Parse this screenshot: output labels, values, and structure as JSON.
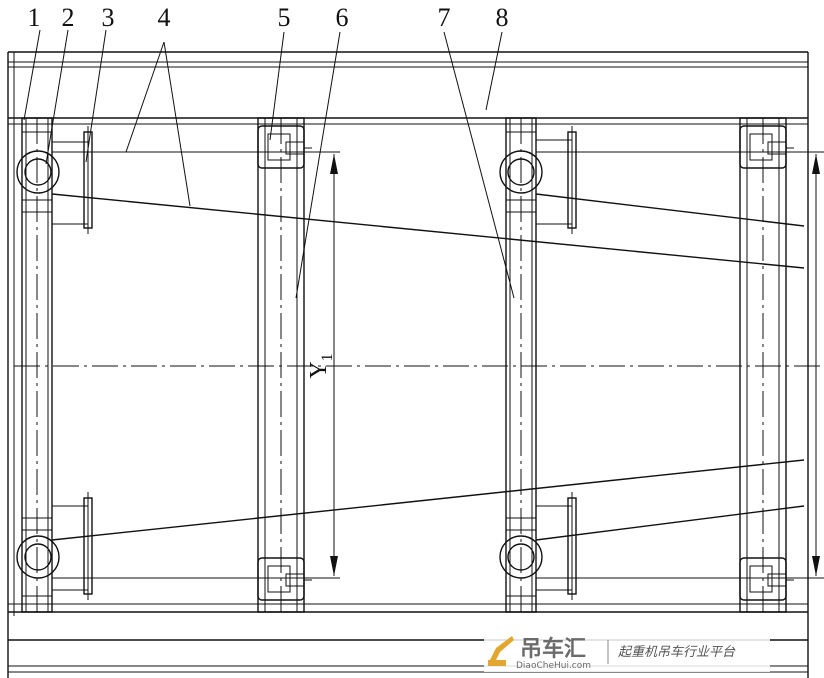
{
  "callouts": [
    {
      "num": "1"
    },
    {
      "num": "2"
    },
    {
      "num": "3"
    },
    {
      "num": "4"
    },
    {
      "num": "5"
    },
    {
      "num": "6"
    },
    {
      "num": "7"
    },
    {
      "num": "8"
    }
  ],
  "dimension": {
    "label": "Y",
    "subscript": "1"
  },
  "watermark": {
    "name": "吊车汇",
    "url": "DiaoCheHui.com",
    "slogan": "起重机吊车行业平台"
  }
}
